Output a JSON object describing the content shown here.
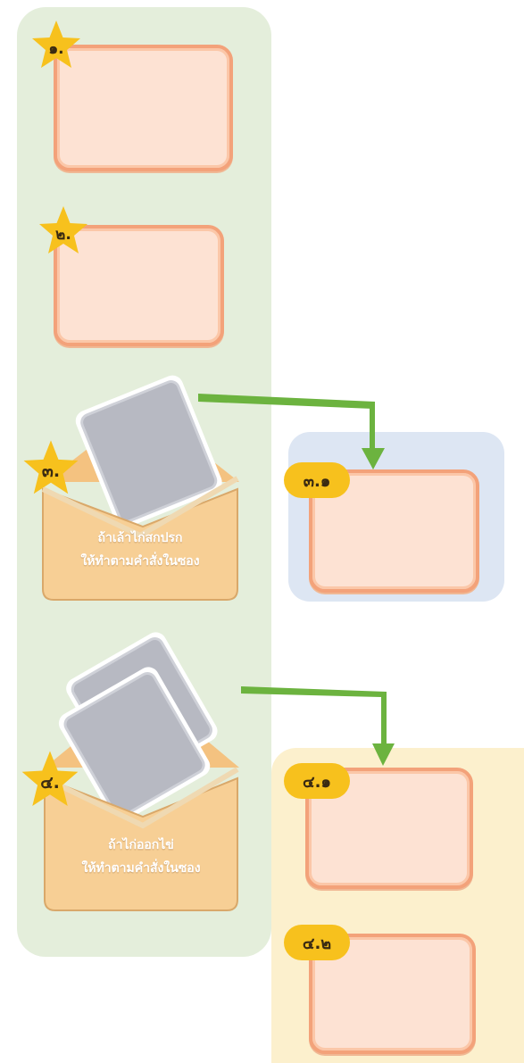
{
  "steps": [
    {
      "badge": "๑."
    },
    {
      "badge": "๒."
    },
    {
      "badge": "๓.",
      "caption_line1": "ถ้าเล้าไก่สกปรก",
      "caption_line2": "ให้ทำตามคำสั่งในซอง",
      "branch_badge": "๓.๑"
    },
    {
      "badge": "๔.",
      "caption_line1": "ถ้าไก่ออกไข่",
      "caption_line2": "ให้ทำตามคำสั่งในซอง",
      "branch_badges": [
        "๔.๑",
        "๔.๒"
      ]
    }
  ],
  "colors": {
    "main_panel": "#e4eedb",
    "branch_panel_blue": "#dde6f3",
    "branch_panel_yellow": "#fcf0cd",
    "card_fill": "#fde2d3",
    "card_border": "#f3a27a",
    "star": "#f7c11d",
    "arrow": "#6cb33f",
    "envelope": "#f7cf95",
    "inner_card": "#b7b9c2"
  }
}
